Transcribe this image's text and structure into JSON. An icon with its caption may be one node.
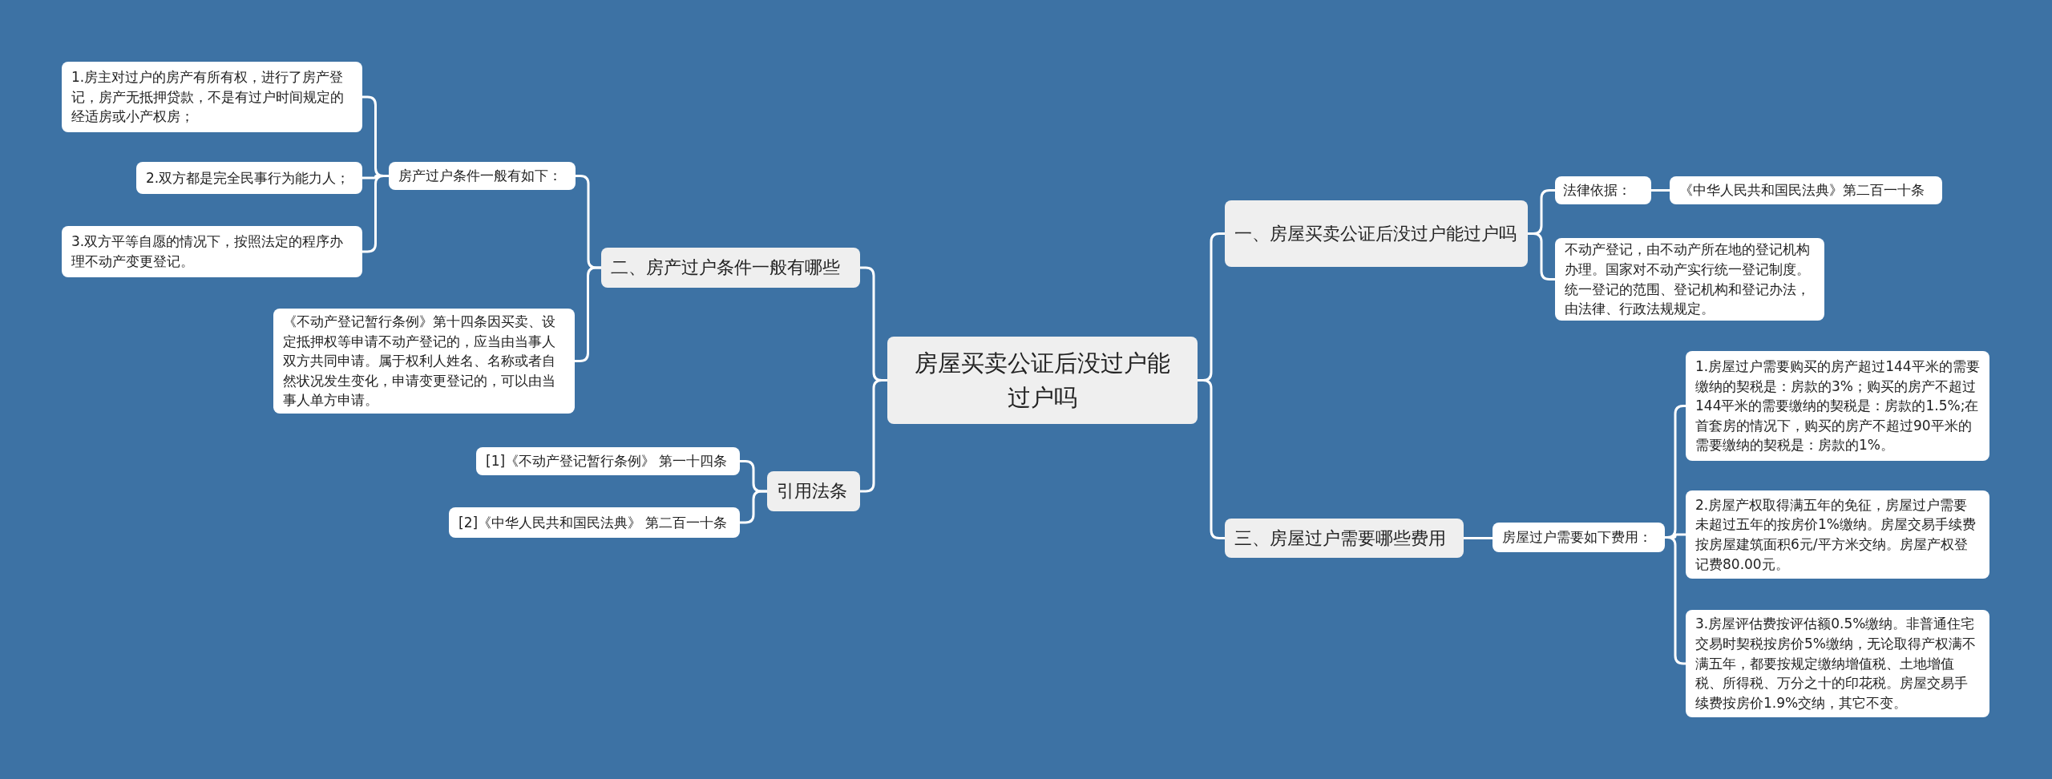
{
  "diagram": {
    "nodes": [
      {
        "text": [
          "房屋买卖公证后没过户能过户吗"
        ]
      },
      {
        "text": [
          "二、房产过户条件一般有哪些"
        ]
      },
      {
        "text": [
          "房产过户条件一般有如下："
        ]
      },
      {
        "text": [
          "1.房主对过户的房产有所有权，进行了房产登记，房产无抵押贷款，不是有过户时间规定的经适房或小产权房；"
        ]
      },
      {
        "text": [
          "2.双方都是完全民事行为能力人；"
        ]
      },
      {
        "text": [
          "3.双方平等自愿的情况下，按照法定的程序办理不动产变更登记。"
        ]
      },
      {
        "text": [
          "《不动产登记暂行条例》第十四条因买卖、设定抵押权等申请不动产登记的，应当由当事人双方共同申请。属于权利人姓名、名称或者自然状况发生变化，申请变更登记的，可以由当事人单方申请。"
        ]
      },
      {
        "text": [
          "引用法条"
        ]
      },
      {
        "text": [
          "[1]《不动产登记暂行条例》 第一十四条"
        ]
      },
      {
        "text": [
          "[2]《中华人民共和国民法典》 第二百一十条"
        ]
      },
      {
        "text": [
          "一、房屋买卖公证后没过户能过户吗"
        ]
      },
      {
        "text": [
          "法律依据："
        ]
      },
      {
        "text": [
          "《中华人民共和国民法典》第二百一十条"
        ]
      },
      {
        "text": [
          "不动产登记，由不动产所在地的登记机构办理。国家对不动产实行统一登记制度。统一登记的范围、登记机构和登记办法，由法律、行政法规规定。"
        ]
      },
      {
        "text": [
          "三、房屋过户需要哪些费用"
        ]
      },
      {
        "text": [
          "房屋过户需要如下费用："
        ]
      },
      {
        "text": [
          "1.房屋过户需要购买的房产超过144平米的需要缴纳的契税是：房款的3%；购买的房产不超过144平米的需要缴纳的契税是：房款的1.5%;在首套房的情况下，购买的房产不超过90平米的需要缴纳的契税是：房款的1%。"
        ]
      },
      {
        "text": [
          "2.房屋产权取得满五年的免征，房屋过户需要未超过五年的按房价1%缴纳。房屋交易手续费按房屋建筑面积6元/平方米交纳。房屋产权登记费80.00元。"
        ]
      },
      {
        "text": [
          "3.房屋评估费按评估额0.5%缴纳。非普通住宅交易时契税按房价5%缴纳，无论取得产权满不满五年，都要按规定缴纳增值税、土地增值税、所得税、万分之十的印花税。房屋交易手续费按房价1.9%交纳，其它不变。"
        ]
      }
    ],
    "edges": [
      {
        "from": 0,
        "to": 1,
        "arrow": "none"
      },
      {
        "from": 1,
        "to": 2,
        "arrow": "none"
      },
      {
        "from": 2,
        "to": 3,
        "arrow": "none"
      },
      {
        "from": 2,
        "to": 4,
        "arrow": "none"
      },
      {
        "from": 2,
        "to": 5,
        "arrow": "none"
      },
      {
        "from": 1,
        "to": 6,
        "arrow": "none"
      },
      {
        "from": 0,
        "to": 7,
        "arrow": "none"
      },
      {
        "from": 7,
        "to": 8,
        "arrow": "none"
      },
      {
        "from": 7,
        "to": 9,
        "arrow": "none"
      },
      {
        "from": 0,
        "to": 10,
        "arrow": "none"
      },
      {
        "from": 10,
        "to": 11,
        "arrow": "none"
      },
      {
        "from": 11,
        "to": 12,
        "arrow": "none"
      },
      {
        "from": 10,
        "to": 13,
        "arrow": "none"
      },
      {
        "from": 0,
        "to": 14,
        "arrow": "none"
      },
      {
        "from": 14,
        "to": 15,
        "arrow": "none"
      },
      {
        "from": 15,
        "to": 16,
        "arrow": "none"
      },
      {
        "from": 15,
        "to": 17,
        "arrow": "none"
      },
      {
        "from": 15,
        "to": 18,
        "arrow": "none"
      }
    ]
  }
}
